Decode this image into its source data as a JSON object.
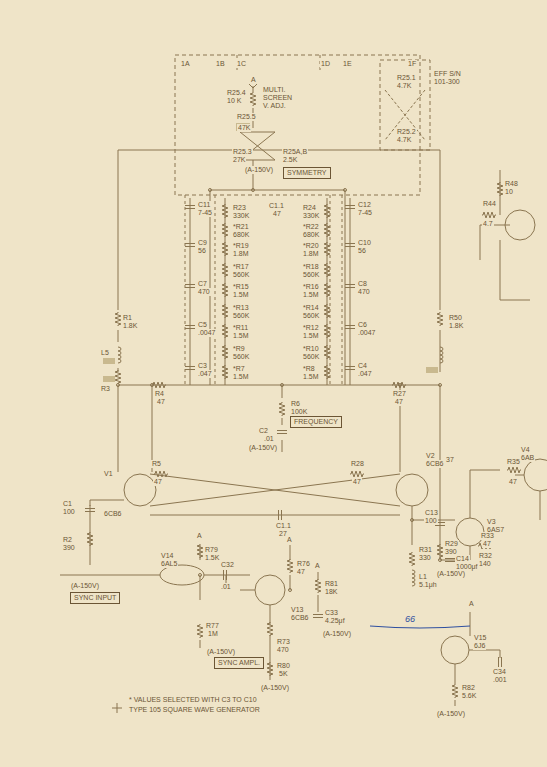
{
  "diagram": {
    "title": "TYPE 105 SQUARE WAVE GENERATOR",
    "nodes": [
      {
        "text": [
          "SYMMETRY"
        ]
      },
      {
        "text": [
          "FREQUENCY"
        ]
      },
      {
        "text": [
          "SYNC INPUT"
        ]
      },
      {
        "text": [
          "SYNC AMPL."
        ]
      }
    ],
    "labels": [
      "1A",
      "1B",
      "1C",
      "1D",
      "1E",
      "1F",
      "A",
      "R25.4",
      "10 K",
      "MULTI. SCREEN V. ADJ.",
      "R25.5",
      "47K",
      "R25.3",
      "27K",
      "R25A,B",
      "2.5K",
      "(A-150V)",
      "R25.1",
      "4.7K",
      "R25.2",
      "4.7K",
      "EFF S/N",
      "101-300",
      "C11",
      "7-45",
      "C9",
      "56",
      "C7",
      "470",
      "C5",
      ".0047",
      "C3",
      ".047",
      "R23",
      "330K",
      "*R21",
      "680K",
      "*R19",
      "1.8M",
      "*R17",
      "560K",
      "*R15",
      "1.5M",
      "*R13",
      "560K",
      "*R11",
      "1.5M",
      "*R9",
      "560K",
      "*R7",
      "1.5M",
      "C1.1",
      "47",
      "R24",
      "330K",
      "*R22",
      "680K",
      "*R20",
      "1.8M",
      "*R18",
      "560K",
      "*R16",
      "1.5M",
      "*R14",
      "560K",
      "*R12",
      "1.5M",
      "*R10",
      "560K",
      "*R8",
      "1.5M",
      "C12",
      "7-45",
      "C10",
      "56",
      "C8",
      "470",
      "C6",
      ".0047",
      "C4",
      ".047",
      "R1",
      "1.8K",
      "L5",
      "R3",
      "R4",
      "47",
      "R50",
      "1.8K",
      "R27",
      "47",
      "R6",
      "100K",
      "C2",
      ".01",
      "(A-150V)",
      "R5",
      "47",
      "V1",
      "6CB6",
      "R28",
      "47",
      "V2",
      "6CB6",
      "C1.1",
      "27",
      "C1",
      "100",
      "R2",
      "390",
      "(A-150V)",
      "V14",
      "6AL5",
      "C32",
      ".01",
      "R79",
      "1.5K",
      "A",
      "R76",
      "47",
      "A",
      "A",
      "R81",
      "18K",
      "V13",
      "6CB6",
      "R77",
      "1M",
      "R73",
      "470",
      "(A-150V)",
      "C33",
      "4.25μf",
      "(A-150V)",
      "R80",
      "5K",
      "(A-150V)",
      "* VALUES SELECTED WITH C3 TO C10",
      "37",
      "R31",
      "330",
      "L1",
      "5.1μh",
      "C13",
      "100",
      "R29",
      "390",
      "(A-150V)",
      "C14",
      "1000μf",
      "R32",
      "140",
      "V3",
      "6AS7",
      "R33",
      "47",
      "A",
      "V15",
      "6J6",
      "66",
      "C34",
      ".001",
      "R82",
      "5.6K",
      "(A-150V)",
      "V4",
      "6AB",
      "R35",
      "47",
      "R48",
      "10",
      "R44",
      "4.7"
    ]
  }
}
